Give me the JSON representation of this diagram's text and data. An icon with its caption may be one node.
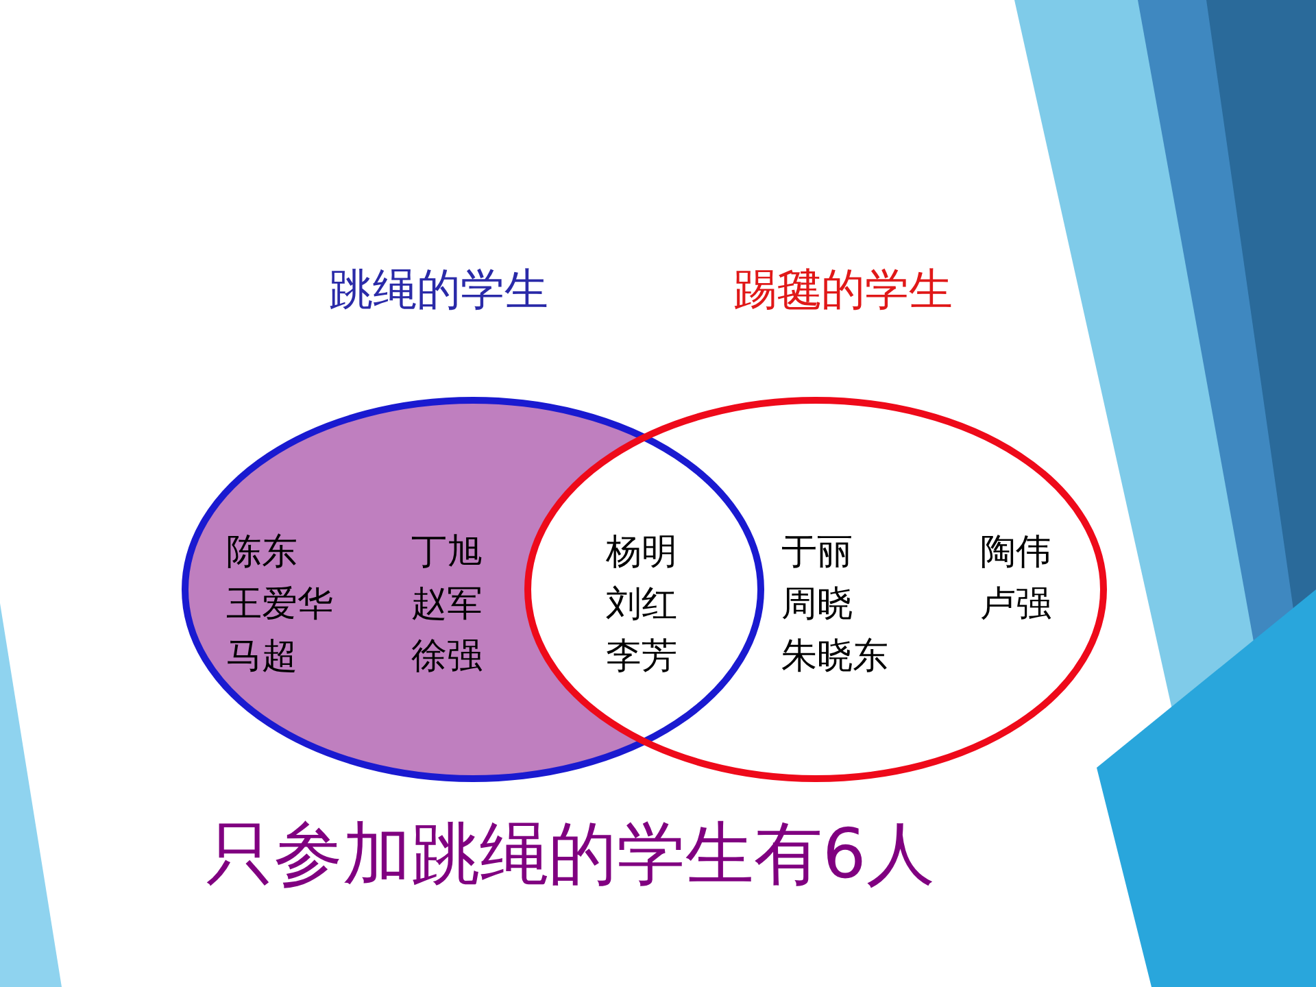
{
  "diagram": {
    "caption": "只参加跳绳的学生有6人",
    "nodes": [
      {
        "text": [
          "跳绳的学生"
        ]
      },
      {
        "text": [
          "踢毽的学生"
        ]
      }
    ],
    "edges": [],
    "labels": [
      "陈东",
      "丁旭",
      "杨明",
      "于丽",
      "陶伟",
      "王爱华",
      "赵军",
      "刘红",
      "周晓",
      "卢强",
      "马超",
      "徐强",
      "李芳",
      "朱晓东"
    ]
  }
}
